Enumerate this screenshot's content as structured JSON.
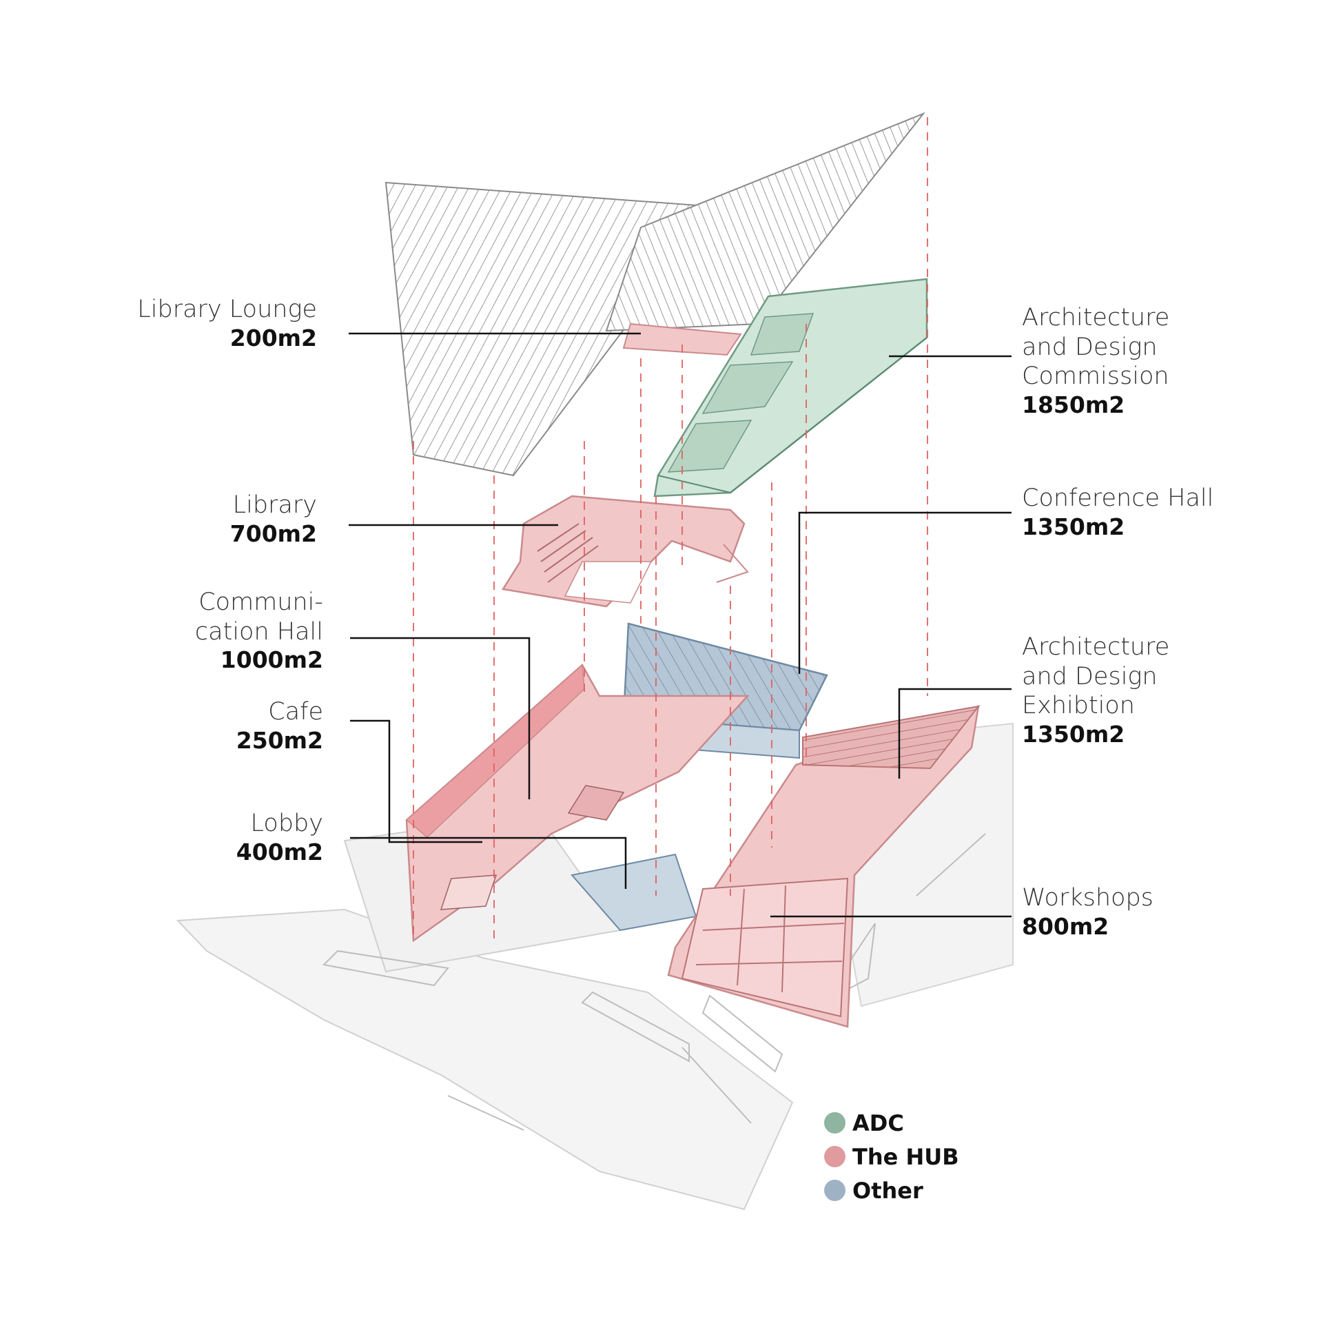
{
  "colors": {
    "adc": "#8fb5a0",
    "hub": "#df9b9e",
    "other": "#9eb2c4",
    "hub_fill": "#f2c7c8",
    "adc_fill": "#cfe6d8",
    "other_fill": "#c9d7e3",
    "leader": "#111111",
    "guide": "#e06060",
    "context": "#c8c8c8"
  },
  "labels": {
    "library_lounge": {
      "name": "Library Lounge",
      "area": "200m2"
    },
    "library": {
      "name": "Library",
      "area": "700m2"
    },
    "communication_hall": {
      "name_line1": "Communi-",
      "name_line2": "cation Hall",
      "area": "1000m2"
    },
    "cafe": {
      "name": "Cafe",
      "area": "250m2"
    },
    "lobby": {
      "name": "Lobby",
      "area": "400m2"
    },
    "adc_commission": {
      "name_line1": "Architecture",
      "name_line2": "and Design",
      "name_line3": "Commission",
      "area": "1850m2"
    },
    "conference_hall": {
      "name": "Conference Hall",
      "area": "1350m2"
    },
    "adc_exhibition": {
      "name_line1": "Architecture",
      "name_line2": "and Design",
      "name_line3": "Exhibtion",
      "area": "1350m2"
    },
    "workshops": {
      "name": "Workshops",
      "area": "800m2"
    }
  },
  "legend": [
    {
      "label": "ADC",
      "color": "#8fb5a0"
    },
    {
      "label": "The HUB",
      "color": "#df9b9e"
    },
    {
      "label": "Other",
      "color": "#9eb2c4"
    }
  ]
}
